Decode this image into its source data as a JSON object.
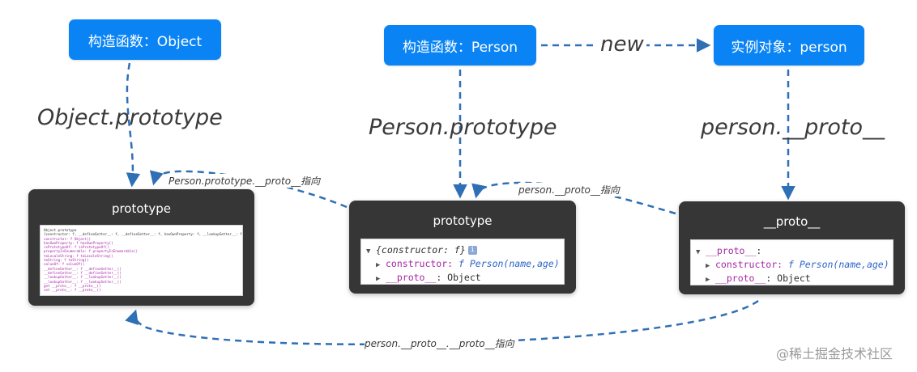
{
  "nodes": {
    "object_constructor": "构造函数：Object",
    "person_constructor": "构造函数：Person",
    "person_instance": "实例对象：person"
  },
  "edge_labels": {
    "new": "new",
    "object_prototype": "Object.prototype",
    "person_prototype": "Person.prototype",
    "person_proto": "person.__proto__",
    "person_prototype_proto": "Person.prototype.__proto__指向",
    "person_proto_points": "person.__proto__指向",
    "person_proto_proto": "person.__proto__.__proto__指向"
  },
  "cards": {
    "object_prototype": {
      "title": "prototype",
      "header": "Object.prototype",
      "lines": [
        "{constructor: f, __defineGetter__: f, __defineSetter__: f, hasOwnProperty: f, __lookupGetter__: f, …}",
        "constructor: f Object()",
        "hasOwnProperty: f hasOwnProperty()",
        "isPrototypeOf: f isPrototypeOf()",
        "propertyIsEnumerable: f propertyIsEnumerable()",
        "toLocaleString: f toLocaleString()",
        "toString: f toString()",
        "valueOf: f valueOf()",
        "__defineGetter__: f __defineGetter__()",
        "__defineSetter__: f __defineSetter__()",
        "__lookupGetter__: f __lookupGetter__()",
        "__lookupSetter__: f __lookupSetter__()",
        "get __proto__: f __proto__()",
        "set __proto__: f __proto__()"
      ]
    },
    "person_prototype": {
      "title": "prototype",
      "summary": "{constructor: f}",
      "info": "i",
      "constructor_key": "constructor:",
      "constructor_value": "f Person(name,age)",
      "proto_key": "__proto__",
      "proto_value": ": Object"
    },
    "person_proto": {
      "title": "__proto__",
      "summary_key": "__proto__",
      "summary_rest": ":",
      "constructor_key": "constructor:",
      "constructor_value": "f Person(name,age)",
      "proto_key": "__proto__",
      "proto_value": ": Object"
    }
  },
  "watermark": "@稀土掘金技术社区",
  "colors": {
    "node_blue": "#0a84f5",
    "card_dark": "#363636",
    "arrow": "#2f6fb5",
    "property_key": "#a626a4"
  }
}
